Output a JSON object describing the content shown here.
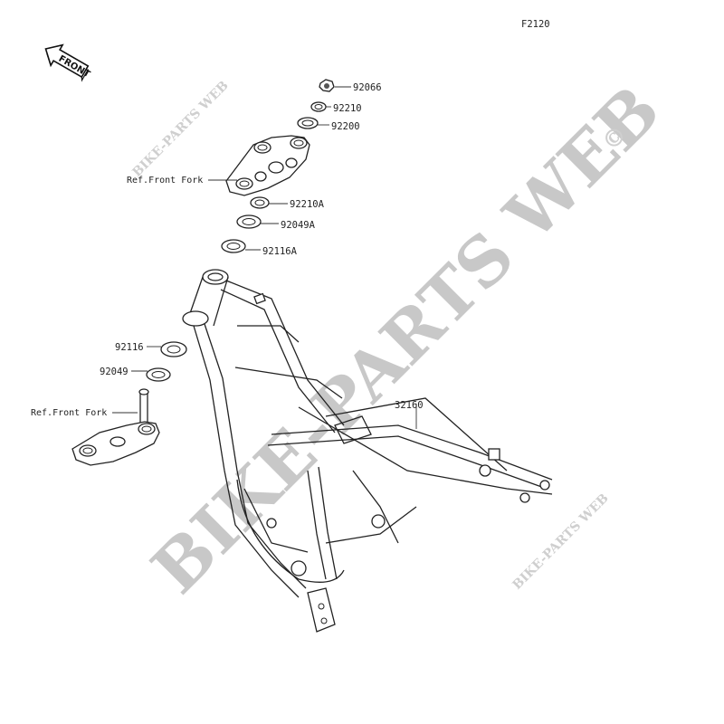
{
  "figure_code": "F2120",
  "front_arrow_label": "FRONT",
  "watermark": {
    "large": "BIKE-PARTS WEB",
    "small_top": "BIKE-PARTS WEB",
    "small_bottom": "BIKE-PARTS WEB",
    "copyright": "©"
  },
  "labels": {
    "p92066": "92066",
    "p92210": "92210",
    "p92200": "92200",
    "ref_front_fork_upper": "Ref.Front Fork",
    "p92210A": "92210A",
    "p92049A": "92049A",
    "p92116A": "92116A",
    "p92116": "92116",
    "p92049": "92049",
    "ref_front_fork_lower": "Ref.Front Fork",
    "p32160": "32160"
  },
  "icons": {
    "front_arrow": "front-arrow-icon"
  }
}
